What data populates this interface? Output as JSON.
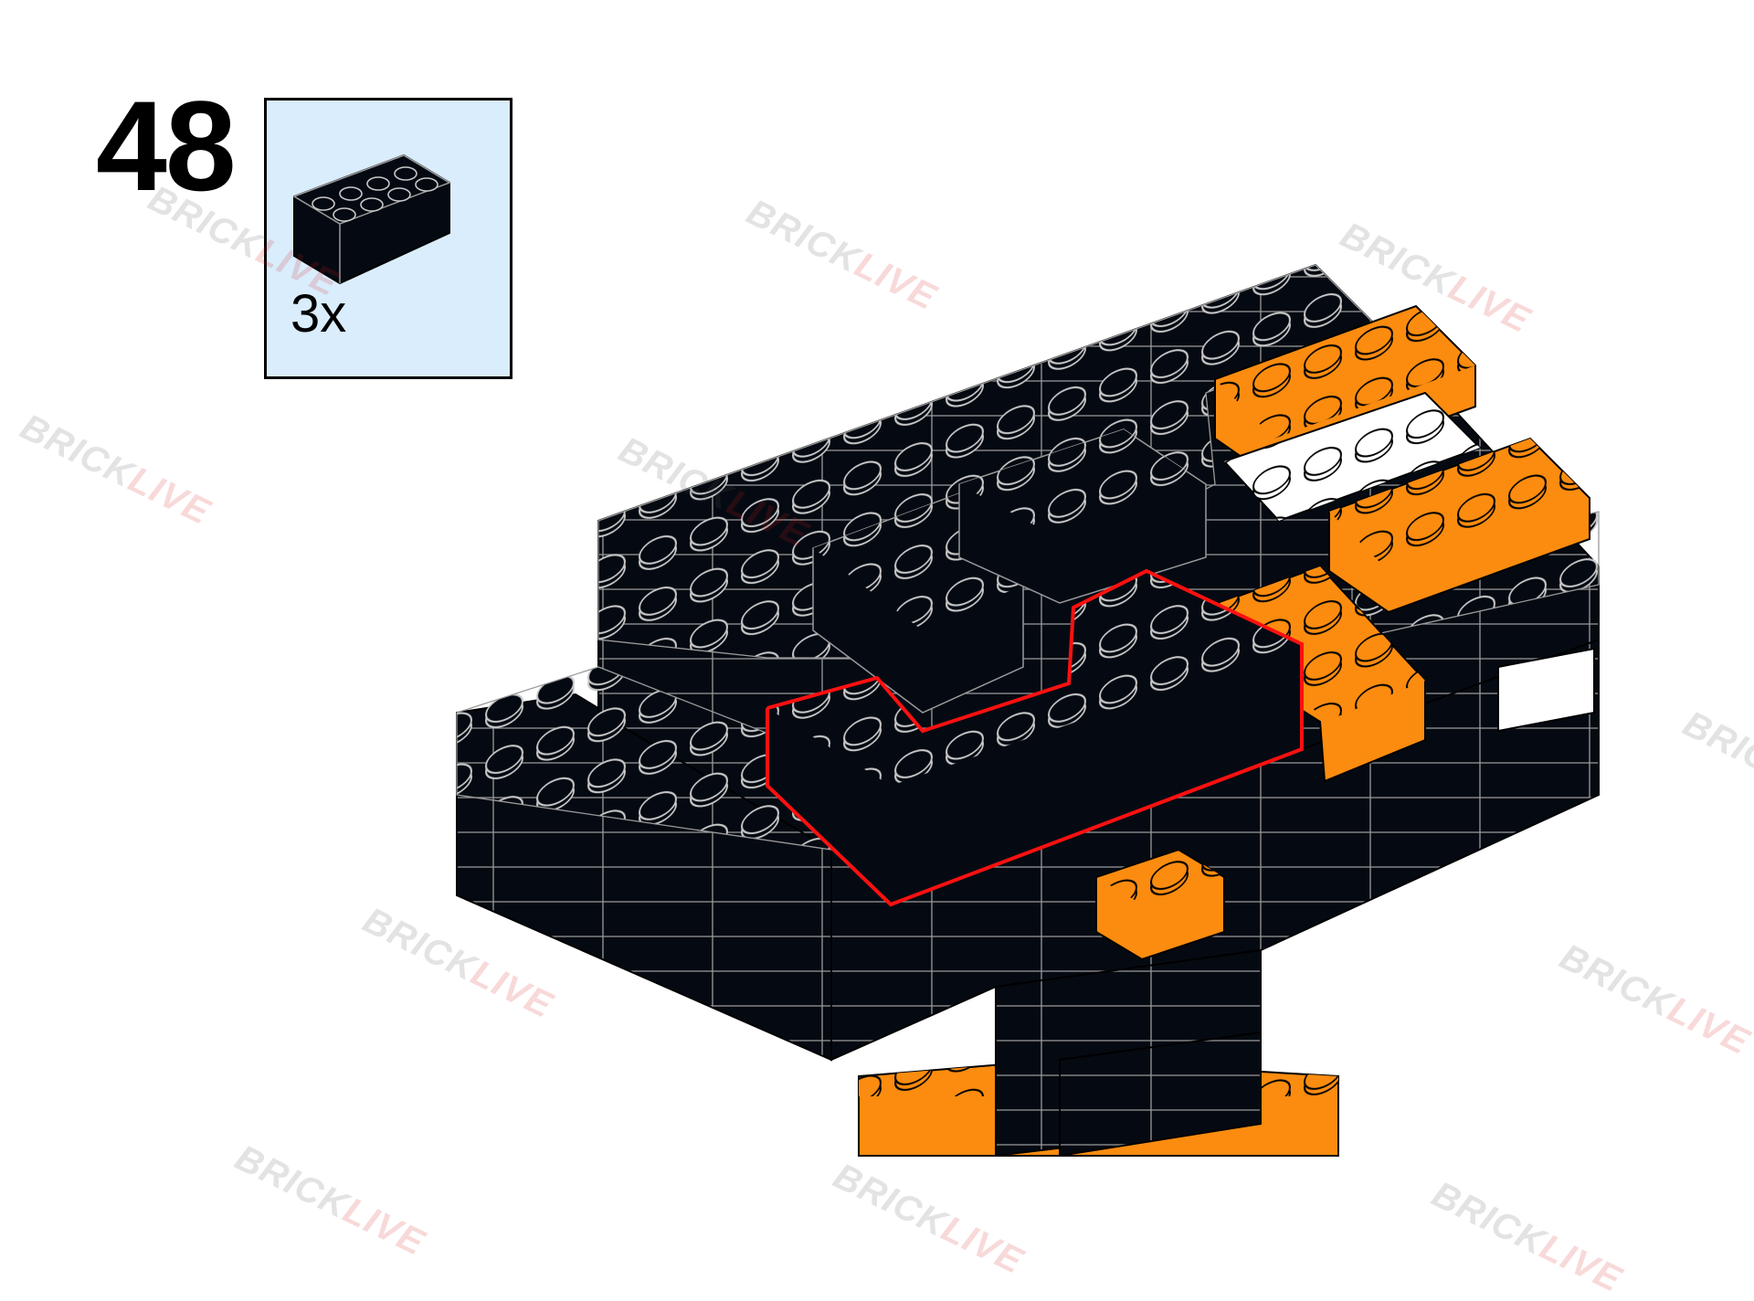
{
  "step": {
    "number": "48"
  },
  "parts_list": {
    "items": [
      {
        "part": "brick-2x4",
        "color": "#050a12",
        "quantity": "3x"
      }
    ]
  },
  "watermark": {
    "brand_part1": "BRICK",
    "brand_part2": "LIVE"
  },
  "colors": {
    "brick_black": "#050a12",
    "brick_orange": "#fb8c0f",
    "brick_white": "#ffffff",
    "highlight_outline": "#ff1010",
    "parts_box_bg": "#d9edfc"
  }
}
